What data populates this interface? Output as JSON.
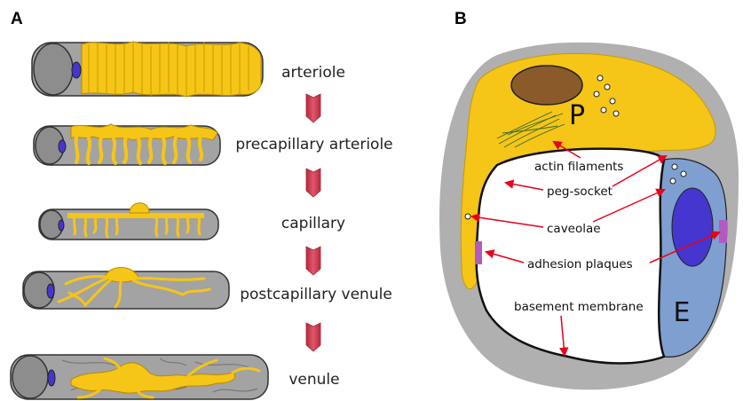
{
  "panel_a": {
    "letter": "A",
    "stages": [
      "arteriole",
      "precapillary arteriole",
      "capillary",
      "postcapillary venule",
      "venule"
    ]
  },
  "panel_b": {
    "letter": "B",
    "pericyte_letter": "P",
    "endothelial_letter": "E",
    "labels": {
      "actin": "actin filaments",
      "peg": "peg-socket",
      "caveolae": "caveolae",
      "adhesion": "adhesion plaques",
      "basement": "basement membrane"
    }
  },
  "colors": {
    "pericyte_yellow": "#f5c518",
    "vessel_gray": "#a3a3a3",
    "outer_gray": "#b0b0b0",
    "endothelial_blue": "#7e9fd0",
    "nucleus_blue": "#4636d0",
    "pericyte_nucleus": "#8a5a2b",
    "arrow_red": "#e8001c",
    "chevron_red": "#d93a4f",
    "plaque_purple": "#b05bc2"
  }
}
